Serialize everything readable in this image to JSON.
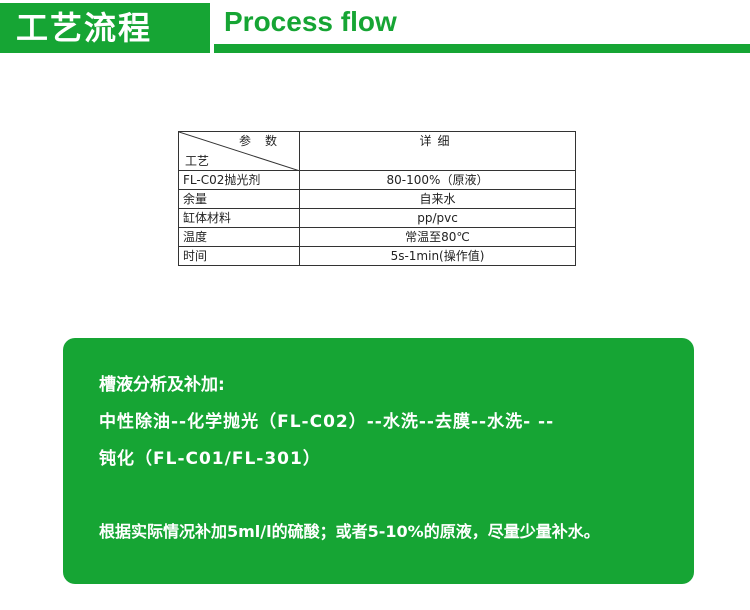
{
  "header": {
    "title_cn": "工艺流程",
    "title_en": "Process flow"
  },
  "table": {
    "head_param": "参数",
    "head_process": "工艺",
    "head_detail": "详细",
    "rows": [
      {
        "label": "FL-C02抛光剂",
        "value": "80-100%（原液）"
      },
      {
        "label": "余量",
        "value": "自来水"
      },
      {
        "label": "缸体材料",
        "value": "pp/pvc"
      },
      {
        "label": "温度",
        "value": "常温至80℃"
      },
      {
        "label": "时间",
        "value": "5s-1min(操作值)"
      }
    ]
  },
  "info": {
    "line1": "槽液分析及补加:",
    "line2": "中性除油--化学抛光（FL-C02）--水洗--去膜--水洗- --",
    "line3": "钝化（FL-C01/FL-301）",
    "line4": "根据实际情况补加5ml/l的硫酸；或者5-10%的原液，尽量少量补水。"
  },
  "colors": {
    "brand_green": "#16a534"
  }
}
